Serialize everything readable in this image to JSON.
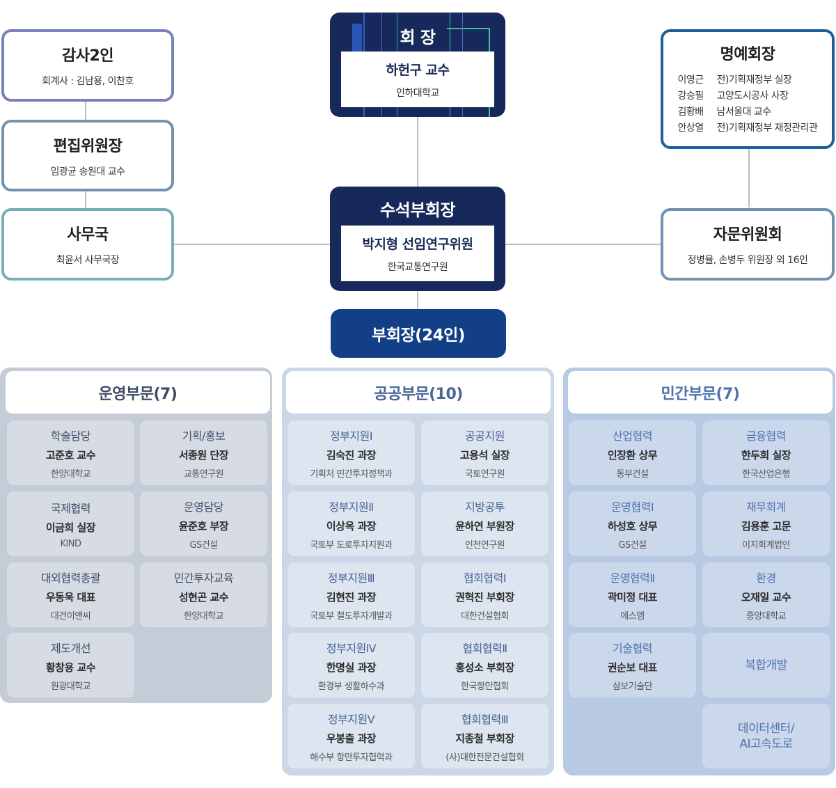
{
  "audit": {
    "title": "감사2인",
    "sub": "회계사 : 김남용, 이찬호"
  },
  "editor": {
    "title": "편집위원장",
    "sub": "임광균 송원대 교수"
  },
  "office": {
    "title": "사무국",
    "sub": "최윤서 사무국장"
  },
  "president": {
    "label": "회 장",
    "name": "하헌구 교수",
    "org": "인하대학교"
  },
  "senior_vp": {
    "label": "수석부회장",
    "name": "박지형 선임연구위원",
    "org": "한국교통연구원"
  },
  "vice_presidents": {
    "label": "부회장(24인)"
  },
  "honorary": {
    "title": "명예회장",
    "members": [
      {
        "name": "이영근",
        "role": "전)기획재정부 실장"
      },
      {
        "name": "강승필",
        "role": "고양도시공사 사장"
      },
      {
        "name": "김황배",
        "role": "남서울대 교수"
      },
      {
        "name": "안상열",
        "role": "전)기획재정부 재정관리관"
      }
    ]
  },
  "advisory": {
    "title": "자문위원회",
    "sub": "정병율, 손병두 위원장 외 16인"
  },
  "divisions": [
    {
      "title": "운영부문(7)",
      "color": "#3d4d66",
      "cells": [
        {
          "role": "학술담당",
          "person": "고준호 교수",
          "affil": "한양대학교"
        },
        {
          "role": "기획/홍보",
          "person": "서종원 단장",
          "affil": "교통연구원"
        },
        {
          "role": "국제협력",
          "person": "이금희 실장",
          "affil": "KIND"
        },
        {
          "role": "운영담당",
          "person": "윤준호 부장",
          "affil": "GS건설"
        },
        {
          "role": "대외협력총괄",
          "person": "우동욱 대표",
          "affil": "대건이앤씨"
        },
        {
          "role": "민간투자교육",
          "person": "성현곤 교수",
          "affil": "한양대학교"
        },
        {
          "role": "제도개선",
          "person": "황창용 교수",
          "affil": "원광대학교"
        }
      ]
    },
    {
      "title": "공공부문(10)",
      "color": "#4a6496",
      "cells": [
        {
          "role": "정부지원Ⅰ",
          "person": "김숙진 과장",
          "affil": "기획처 민간투자정책과"
        },
        {
          "role": "공공지원",
          "person": "고용석 실장",
          "affil": "국토연구원"
        },
        {
          "role": "정부지원Ⅱ",
          "person": "이상옥 과장",
          "affil": "국토부 도로투자지원과"
        },
        {
          "role": "지방공투",
          "person": "윤하연 부원장",
          "affil": "인천연구원"
        },
        {
          "role": "정부지원Ⅲ",
          "person": "김현진 과장",
          "affil": "국토부 철도투자개발과"
        },
        {
          "role": "협회협력Ⅰ",
          "person": "권혁진 부회장",
          "affil": "대한건설협회"
        },
        {
          "role": "정부지원Ⅳ",
          "person": "한명실 과장",
          "affil": "환경부 생활하수과"
        },
        {
          "role": "협회협력Ⅱ",
          "person": "홍성소 부회장",
          "affil": "한국항만협회"
        },
        {
          "role": "정부지원Ⅴ",
          "person": "우봉출 과장",
          "affil": "해수부 항만투자협력과"
        },
        {
          "role": "협회협력Ⅲ",
          "person": "지종철 부회장",
          "affil": "(사)대한전문건설협회"
        }
      ]
    },
    {
      "title": "민간부문(7)",
      "color": "#4f72ae",
      "cells": [
        {
          "role": "산업협력",
          "person": "인장환 상무",
          "affil": "동부건설"
        },
        {
          "role": "금융협력",
          "person": "한두희 실장",
          "affil": "한국산업은행"
        },
        {
          "role": "운영협력Ⅰ",
          "person": "하성호 상무",
          "affil": "GS건설"
        },
        {
          "role": "재무회계",
          "person": "김용훈 고문",
          "affil": "이지회계법인"
        },
        {
          "role": "운영협력Ⅱ",
          "person": "곽미정 대표",
          "affil": "에스엠"
        },
        {
          "role": "환경",
          "person": "오재일 교수",
          "affil": "중앙대학교"
        },
        {
          "role": "기술협력",
          "person": "권순보 대표",
          "affil": "삼보기술단"
        },
        {
          "only": "복합개발"
        },
        {
          "only": "데이터센터/\nAI고속도로"
        }
      ]
    }
  ]
}
